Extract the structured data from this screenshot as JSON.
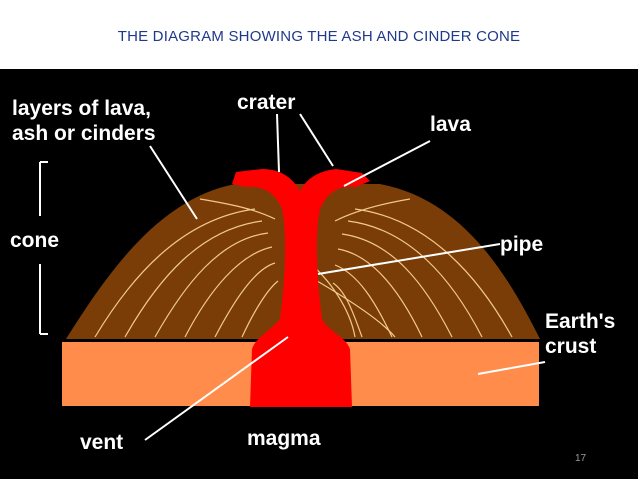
{
  "slide": {
    "title": "THE DIAGRAM SHOWING THE ASH AND CINDER CONE",
    "page_number": "17"
  },
  "diagram": {
    "labels": {
      "layers_line1": "layers of lava,",
      "layers_line2": "ash or cinders",
      "crater": "crater",
      "lava": "lava",
      "cone": "cone",
      "pipe": "pipe",
      "crust_line1": "Earth's",
      "crust_line2": "crust",
      "vent": "vent",
      "magma": "magma"
    },
    "colors": {
      "background": "#000000",
      "cone": "#7a3d08",
      "crust": "#ff8c4a",
      "magma": "#ff0000",
      "layer_lines": "#f2c98a",
      "text": "#ffffff"
    }
  }
}
